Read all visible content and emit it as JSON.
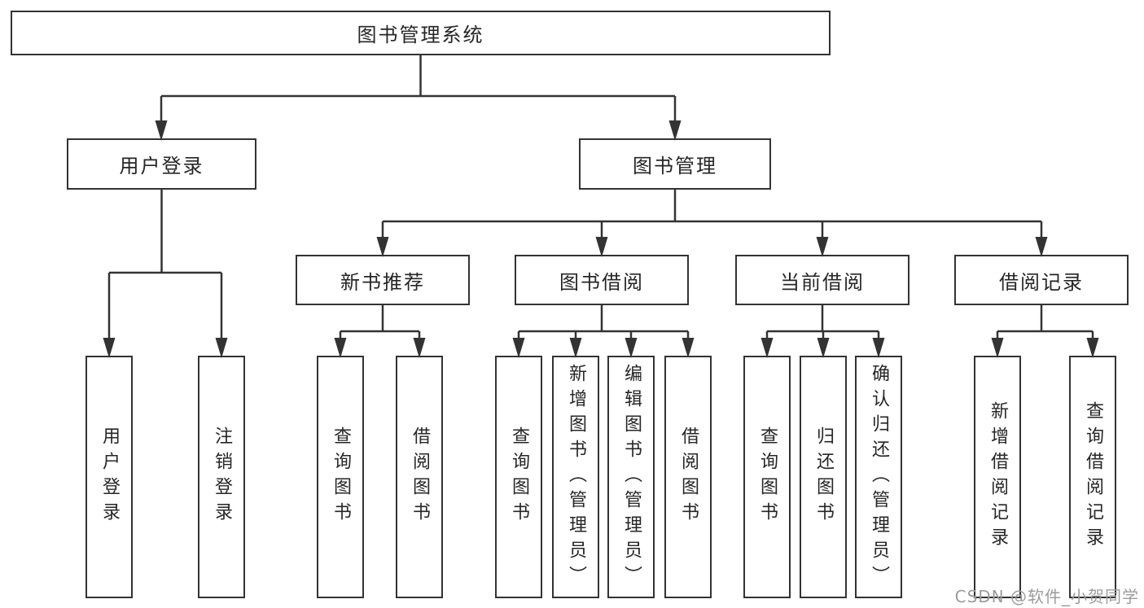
{
  "tree": {
    "root": {
      "label": "图书管理系统"
    },
    "branches": [
      {
        "label": "用户登录",
        "children": [
          "用户登录",
          "注销登录"
        ]
      },
      {
        "label": "图书管理",
        "sections": [
          {
            "label": "新书推荐",
            "children": [
              "查询图书",
              "借阅图书"
            ]
          },
          {
            "label": "图书借阅",
            "children": [
              "查询图书",
              "新增图书（管理员）",
              "编辑图书（管理员）",
              "借阅图书"
            ]
          },
          {
            "label": "当前借阅",
            "children": [
              "查询图书",
              "归还图书",
              "确认归还（管理员）"
            ]
          },
          {
            "label": "借阅记录",
            "children": [
              "新增借阅记录",
              "查询借阅记录"
            ]
          }
        ]
      }
    ]
  },
  "watermark": {
    "text": "CSDN @软件_小贺同学"
  },
  "colors": {
    "line": "#333333",
    "text": "#262626",
    "box_background": "#ffffff",
    "watermark": "#9c9c9c",
    "background": "#ffffff"
  }
}
